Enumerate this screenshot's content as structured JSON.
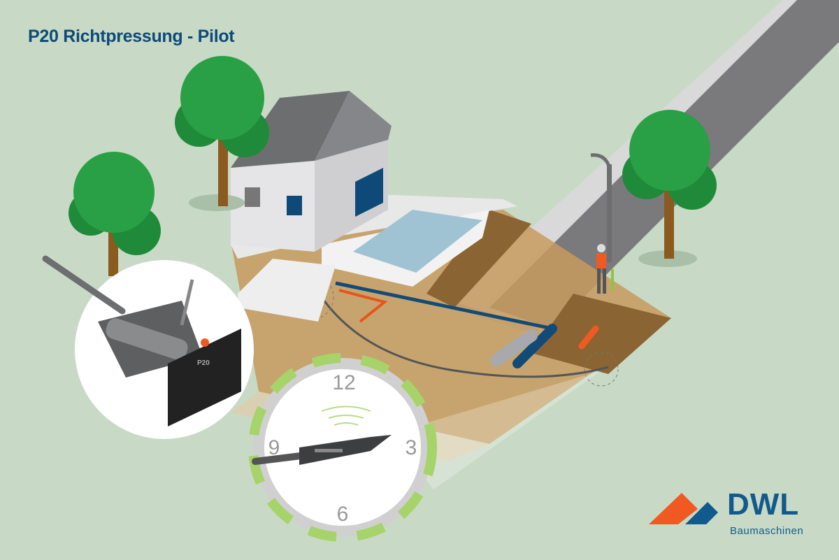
{
  "title": "P20 Richtpressung - Pilot",
  "clock": {
    "n12": "12",
    "n3": "3",
    "n6": "6",
    "n9": "9"
  },
  "machine_label": "P20",
  "logo": {
    "name": "DWL",
    "subtitle": "Baumaschinen"
  },
  "colors": {
    "background": "#c8dac6",
    "brand_blue": "#125a8c",
    "brand_orange": "#f05a22",
    "tree": "#2aa046",
    "soil": "#c79a5e"
  }
}
